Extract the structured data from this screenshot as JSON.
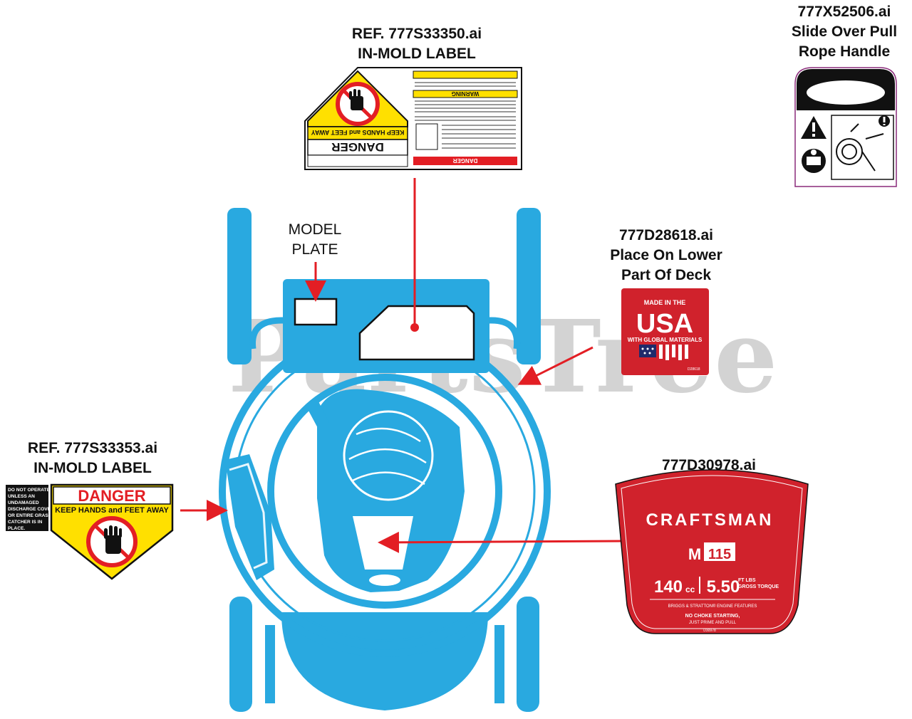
{
  "watermark": "PartsTree",
  "captions": {
    "top_center": [
      "REF. 777S33350.ai",
      "IN-MOLD LABEL"
    ],
    "top_right": [
      "777X52506.ai",
      "Slide Over Pull",
      "Rope Handle"
    ],
    "model_plate": [
      "MODEL",
      "PLATE"
    ],
    "deck": [
      "777D28618.ai",
      "Place On Lower",
      "Part Of Deck"
    ],
    "left": [
      "REF. 777S33353.ai",
      "IN-MOLD LABEL"
    ],
    "right": [
      "777D30978.ai"
    ]
  },
  "left_label": {
    "side_text": [
      "DO NOT OPERATE",
      "UNLESS AN",
      "UNDAMAGED",
      "DISCHARGE COVER",
      "OR ENTIRE GRASS",
      "CATCHER IS IN",
      "PLACE."
    ],
    "danger": "DANGER",
    "keep": "KEEP HANDS and FEET AWAY"
  },
  "top_label": {
    "danger": "DANGER",
    "keep": "KEEP HANDS and FEET AWAY",
    "warning": "WARNING",
    "danger_small": "DANGER"
  },
  "usa_label": {
    "made": "MADE IN THE",
    "usa": "USA",
    "global": "WITH GLOBAL MATERIALS",
    "code": "D28618"
  },
  "craftsman_label": {
    "brand": "CRAFTSMAN",
    "model_m": "M",
    "model_num": "115",
    "cc": "140",
    "cc_unit": "cc",
    "torque": "5.50",
    "torque_unit": "FT LBS",
    "torque_sub": "GROSS TORQUE",
    "features": "BRIGGS & STRATTON® ENGINE FEATURES",
    "choke": "NO CHOKE STARTING,",
    "prime": "JUST PRIME AND PULL",
    "code": "D30978"
  },
  "colors": {
    "mower_blue": "#29a9e0",
    "arrow_red": "#e31e24",
    "danger_yellow": "#ffe000",
    "label_red": "#d0222c",
    "navy": "#1f2a6b"
  },
  "icons": [
    "hand-danger-icon",
    "warning-triangle-icon",
    "read-manual-icon",
    "pull-rope-icon",
    "exclamation-icon"
  ]
}
